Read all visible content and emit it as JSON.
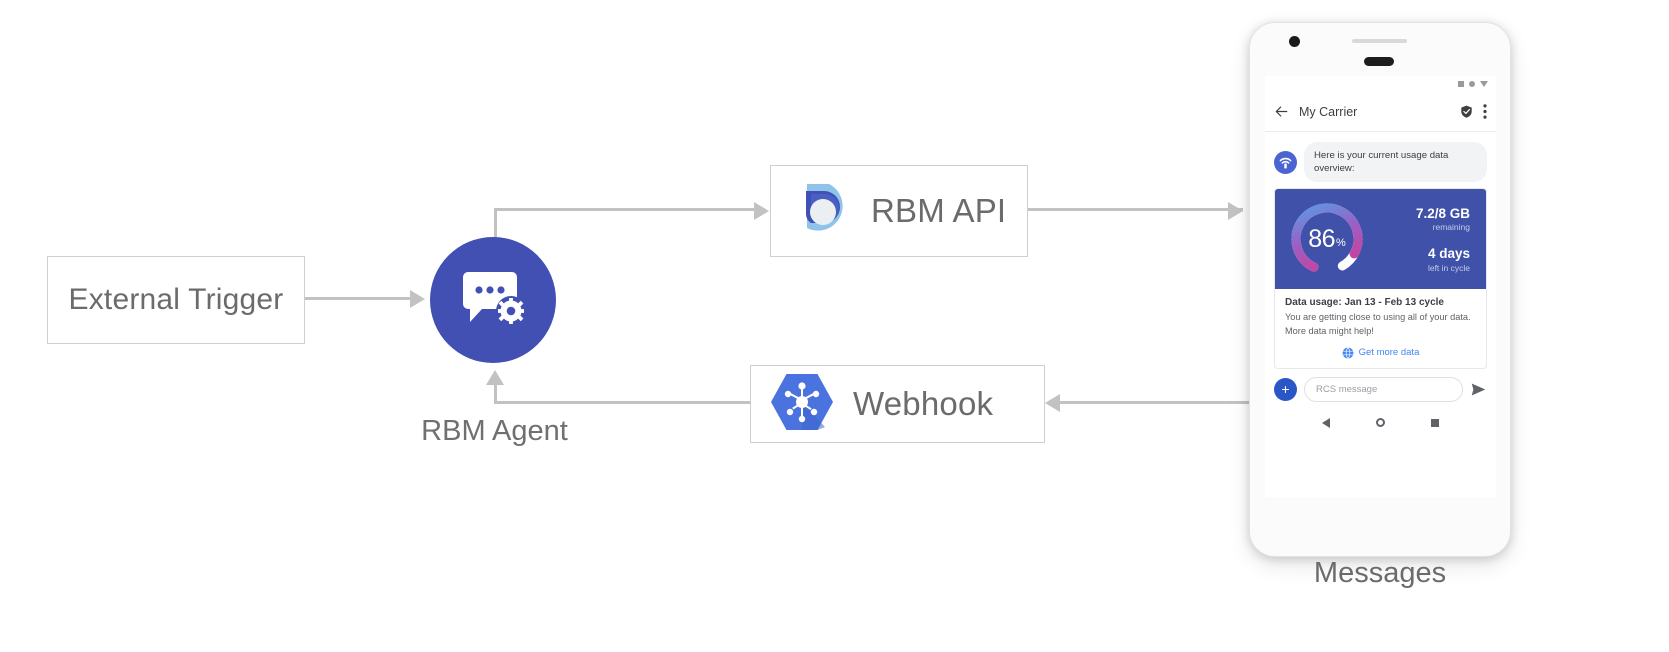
{
  "diagram": {
    "nodes": {
      "external_trigger": {
        "label": "External Trigger"
      },
      "rbm_agent": {
        "label": "RBM Agent",
        "icon": "chat-gear-icon",
        "color": "#4250b4"
      },
      "rbm_api": {
        "label": "RBM API",
        "icon": "rbm-api-logo-icon"
      },
      "webhook": {
        "label": "Webhook",
        "icon": "webhook-hexagon-icon",
        "color": "#4a73e0"
      },
      "messages": {
        "caption": "Messages"
      }
    }
  },
  "phone": {
    "statusbar": {
      "icons": [
        "square-icon",
        "dot-icon",
        "triangle-down-icon"
      ]
    },
    "appbar": {
      "back_icon": "back-arrow-icon",
      "title": "My Carrier",
      "verified_icon": "verified-shield-icon",
      "overflow_icon": "overflow-menu-icon"
    },
    "conversation": {
      "avatar_icon": "carrier-brand-icon",
      "message": "Here is your current usage data overview:",
      "card": {
        "gauge": {
          "percent": "86",
          "percent_symbol": "%"
        },
        "stats": [
          {
            "value": "7.2/8 GB",
            "label": "remaining"
          },
          {
            "value": "4 days",
            "label": "left in cycle"
          }
        ],
        "title": "Data usage: Jan 13 - Feb 13 cycle",
        "description_line1": "You are getting close to using all of your data.",
        "description_line2": "More data might help!",
        "action": {
          "icon": "globe-icon",
          "label": "Get more data",
          "color": "#4285f4"
        }
      }
    },
    "composer": {
      "plus_icon": "plus-icon",
      "placeholder": "RCS message",
      "send_icon": "send-icon"
    },
    "navbar": {
      "icons": [
        "nav-back-icon",
        "nav-home-icon",
        "nav-recents-icon"
      ]
    }
  }
}
